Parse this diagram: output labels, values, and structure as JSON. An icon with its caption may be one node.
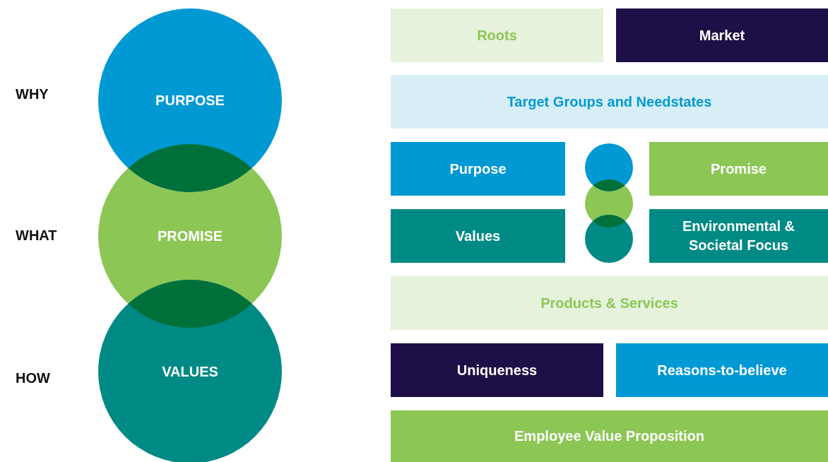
{
  "diagram": {
    "nodes": [
      {
        "text": [
          "PURPOSE"
        ]
      },
      {
        "text": [
          "PROMISE"
        ]
      },
      {
        "text": [
          "VALUES"
        ]
      },
      {
        "text": [
          "Roots"
        ]
      },
      {
        "text": [
          "Market"
        ]
      },
      {
        "text": [
          "Target Groups and Needstates"
        ]
      },
      {
        "text": [
          "Purpose"
        ]
      },
      {
        "text": [],
        "shape": "circle"
      },
      {
        "text": [],
        "shape": "circle"
      },
      {
        "text": [],
        "shape": "circle"
      },
      {
        "text": [
          "Promise"
        ]
      },
      {
        "text": [
          "Values"
        ]
      },
      {
        "text": [
          "Environmental & Societal Focus"
        ]
      },
      {
        "text": [
          "Products & Services"
        ]
      },
      {
        "text": [
          "Uniqueness"
        ]
      },
      {
        "text": [
          "Reasons-to-believe"
        ]
      },
      {
        "text": [
          "Employee Value Proposition"
        ]
      }
    ],
    "labels": [
      "WHY",
      "WHAT",
      "HOW"
    ]
  }
}
